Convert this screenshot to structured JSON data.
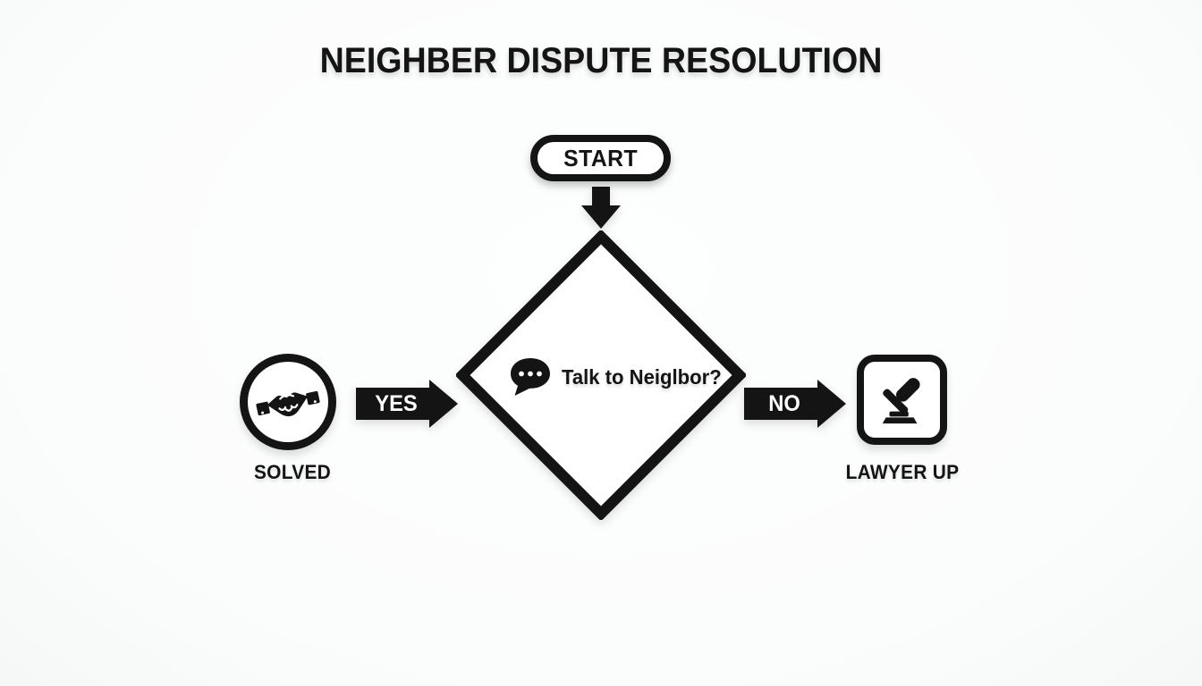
{
  "title": "NEIGHBER DISPUTE RESOLUTION",
  "flowchart": {
    "start": {
      "label": "START"
    },
    "decision": {
      "label": "Talk to Neiglbor?",
      "icon": "speech-bubble-icon"
    },
    "yes_branch": {
      "arrow_label": "YES",
      "outcome_label": "SOLVED",
      "icon": "handshake-icon"
    },
    "no_branch": {
      "arrow_label": "NO",
      "outcome_label": "LAWYER UP",
      "icon": "gavel-icon"
    }
  },
  "colors": {
    "ink": "#141414",
    "background": "#fbfcfc",
    "shape_fill": "#ffffff",
    "arrow_text": "#ffffff"
  }
}
